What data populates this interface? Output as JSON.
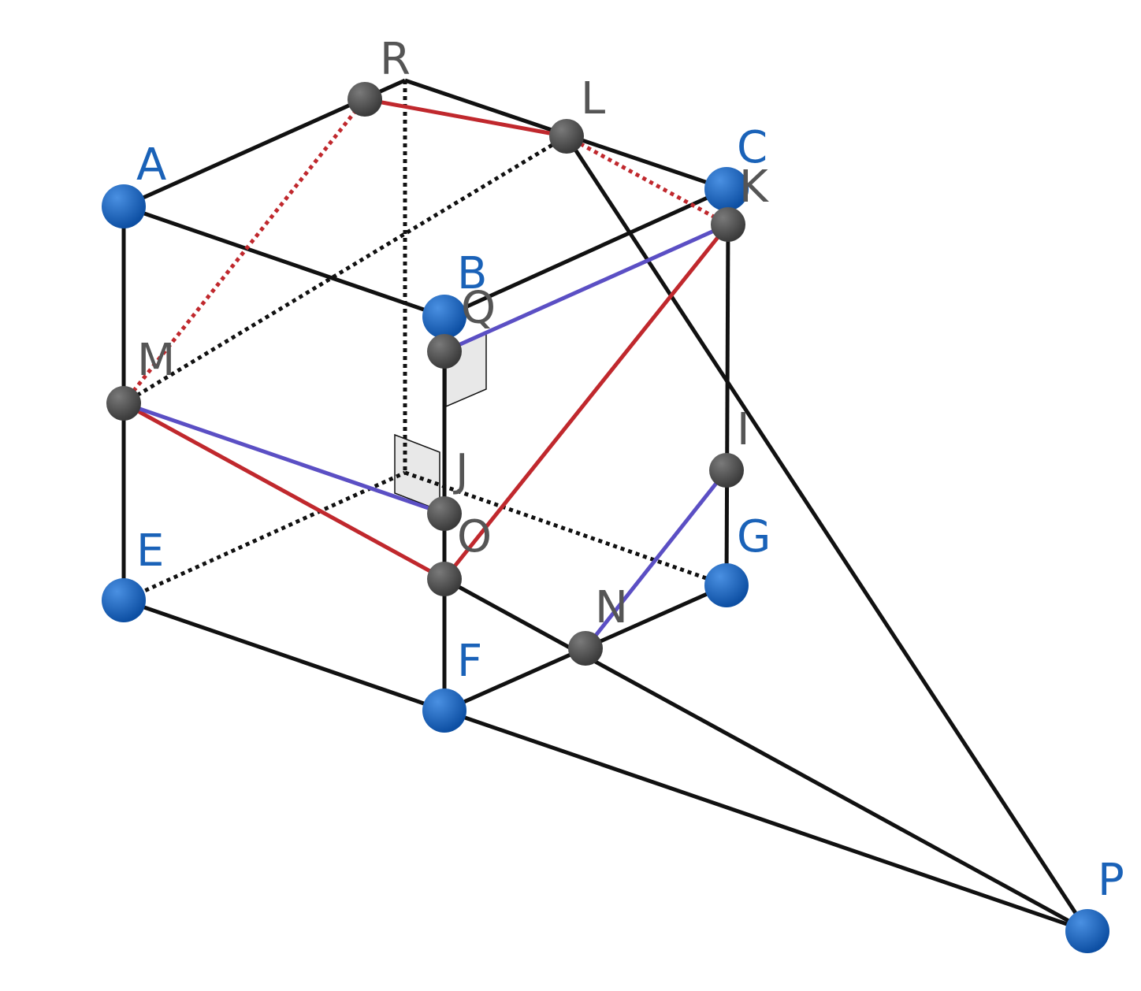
{
  "colors": {
    "edge": "#111111",
    "red": "#c0282d",
    "purple": "#5b4fc4",
    "blue_point": "#1565c0",
    "gray_point": "#555555",
    "blue_label": "#1a62b8",
    "gray_label": "#555555",
    "right_angle_fill": "#e8e8e8"
  },
  "points": {
    "A": {
      "label": "A",
      "kind": "blue"
    },
    "B": {
      "label": "B",
      "kind": "blue"
    },
    "C": {
      "label": "C",
      "kind": "blue"
    },
    "E": {
      "label": "E",
      "kind": "blue"
    },
    "F": {
      "label": "F",
      "kind": "blue"
    },
    "G": {
      "label": "G",
      "kind": "blue"
    },
    "P": {
      "label": "P",
      "kind": "blue"
    },
    "R": {
      "label": "R",
      "kind": "gray"
    },
    "L": {
      "label": "L",
      "kind": "gray"
    },
    "K": {
      "label": "K",
      "kind": "gray"
    },
    "Q": {
      "label": "Q",
      "kind": "gray"
    },
    "M": {
      "label": "M",
      "kind": "gray"
    },
    "I": {
      "label": "I",
      "kind": "gray"
    },
    "J": {
      "label": "J",
      "kind": "gray"
    },
    "O": {
      "label": "O",
      "kind": "gray"
    },
    "N": {
      "label": "N",
      "kind": "gray"
    }
  },
  "segments": [
    {
      "from": "A",
      "to": "R",
      "style": "solid",
      "color": "edge"
    },
    {
      "from": "R",
      "to": "C",
      "style": "solid",
      "color": "edge"
    },
    {
      "from": "A",
      "to": "B",
      "style": "solid",
      "color": "edge"
    },
    {
      "from": "B",
      "to": "C",
      "style": "solid",
      "color": "edge"
    },
    {
      "from": "A",
      "to": "E",
      "style": "solid",
      "color": "edge"
    },
    {
      "from": "B",
      "to": "F",
      "style": "solid",
      "color": "edge"
    },
    {
      "from": "K",
      "to": "G",
      "style": "solid",
      "color": "edge"
    },
    {
      "from": "E",
      "to": "F",
      "style": "solid",
      "color": "edge"
    },
    {
      "from": "F",
      "to": "G",
      "style": "solid",
      "color": "edge"
    },
    {
      "from": "F",
      "to": "P",
      "style": "solid",
      "color": "edge"
    },
    {
      "from": "L",
      "to": "P",
      "style": "solid",
      "color": "edge"
    },
    {
      "from": "O",
      "to": "P",
      "style": "solid",
      "color": "edge"
    },
    {
      "from": "E",
      "to": "D",
      "style": "dotted",
      "color": "edge"
    },
    {
      "from": "D",
      "to": "G",
      "style": "dotted",
      "color": "edge"
    },
    {
      "from": "R",
      "to": "D",
      "style": "dotted",
      "color": "edge"
    },
    {
      "from": "M",
      "to": "L",
      "style": "dotted",
      "color": "edge"
    },
    {
      "from": "R",
      "to": "L",
      "style": "solid",
      "color": "red"
    },
    {
      "from": "M",
      "to": "O",
      "style": "solid",
      "color": "red"
    },
    {
      "from": "O",
      "to": "K",
      "style": "solid",
      "color": "red"
    },
    {
      "from": "M",
      "to": "R",
      "style": "dotted",
      "color": "red"
    },
    {
      "from": "L",
      "to": "K",
      "style": "dotted",
      "color": "red"
    },
    {
      "from": "M",
      "to": "J",
      "style": "solid",
      "color": "purple"
    },
    {
      "from": "Q",
      "to": "K",
      "style": "solid",
      "color": "purple"
    },
    {
      "from": "N",
      "to": "I",
      "style": "solid",
      "color": "purple"
    }
  ]
}
